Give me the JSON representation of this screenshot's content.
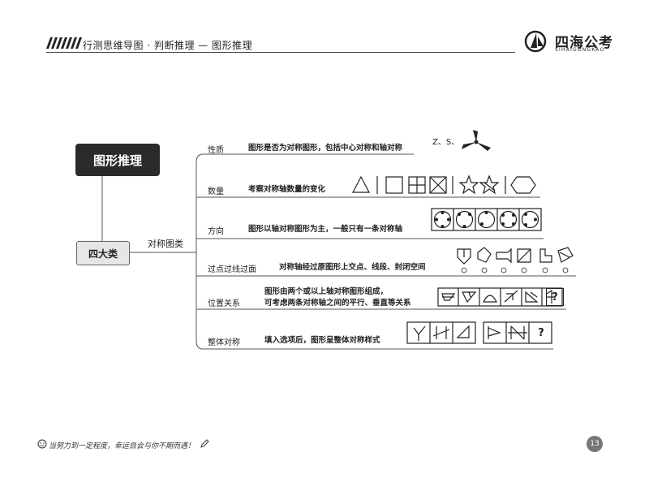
{
  "header": {
    "title": "行测思维导图 · 判断推理 — 图形推理",
    "logo_name": "四海公考",
    "logo_sub": "SIHAIGONGKAO"
  },
  "mindmap": {
    "root": "图形推理",
    "category": "四大类",
    "branch_label": "对称图类",
    "leaves": [
      {
        "label": "性质",
        "description": "图形是否为对称图形，包括中心对称和轴对称",
        "example_text": "Z、S、"
      },
      {
        "label": "数量",
        "description": "考察对称轴数量的变化"
      },
      {
        "label": "方向",
        "description": "图形以轴对称图形为主，一般只有一条对称轴"
      },
      {
        "label": "过点过线过面",
        "description": "对称轴经过原图形上交点、线段、封闭空间"
      },
      {
        "label": "位置关系",
        "description_lines": [
          "图形由两个或以上轴对称图形组成，",
          "可考虑两条对称轴之间的平行、垂直等关系"
        ],
        "question_mark": "?"
      },
      {
        "label": "整体对称",
        "description": "填入选项后，图形呈整体对称样式",
        "question_mark": "?"
      }
    ]
  },
  "footer": {
    "motto": "当努力到一定程度，幸运自会与你不期而遇！",
    "page_number": "13"
  },
  "colors": {
    "dark": "#2b2b2b",
    "line": "#555555",
    "box_gray": "#e6e6e6"
  }
}
